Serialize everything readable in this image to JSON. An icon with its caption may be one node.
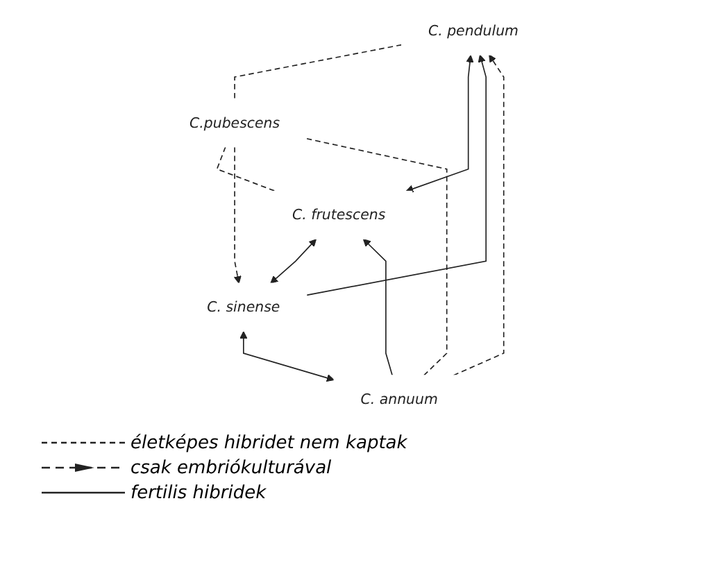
{
  "diagram": {
    "nodes": [
      {
        "text": [
          "C. pendulum"
        ]
      },
      {
        "text": [
          "C. annuum"
        ]
      },
      {
        "text": [
          "C.pubescens"
        ]
      },
      {
        "text": [
          "C. frutescens"
        ]
      },
      {
        "text": [
          "C. sinense"
        ]
      }
    ],
    "edges": [
      {
        "from": 1,
        "to": 0,
        "arrow": "to",
        "style": "dashed"
      },
      {
        "from": 0,
        "to": 2,
        "arrow": "none",
        "style": "dashed"
      },
      {
        "from": 1,
        "to": 2,
        "arrow": "none",
        "style": "dashed"
      },
      {
        "from": 4,
        "to": 0,
        "arrow": "to"
      },
      {
        "from": 0,
        "to": 3,
        "arrow": "both"
      },
      {
        "from": 4,
        "to": 1,
        "arrow": "both"
      },
      {
        "from": 1,
        "to": 3,
        "arrow": "to"
      },
      {
        "from": 2,
        "to": 3,
        "arrow": "none",
        "style": "dashed"
      },
      {
        "from": 2,
        "to": 4,
        "arrow": "to",
        "style": "dashed"
      },
      {
        "from": 3,
        "to": 4,
        "arrow": "both"
      }
    ],
    "legend": [
      {
        "text": "életképes hibridet nem kaptak"
      },
      {
        "text": "csak embriókulturával"
      },
      {
        "text": "fertilis hibridek"
      }
    ]
  }
}
